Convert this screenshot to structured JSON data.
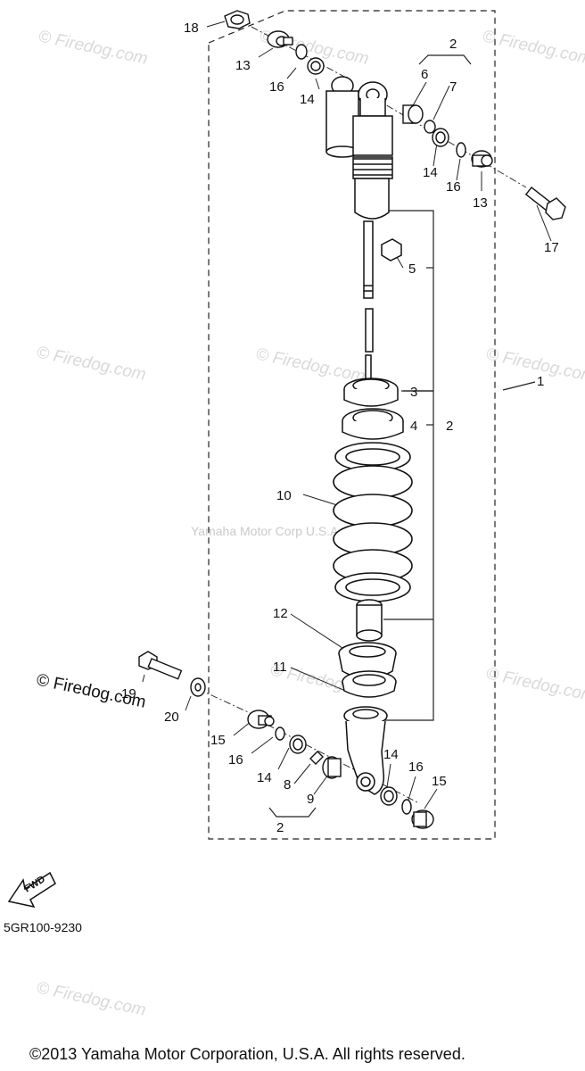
{
  "callouts": [
    "18",
    "13",
    "16",
    "14",
    "2",
    "6",
    "7",
    "14",
    "16",
    "13",
    "17",
    "5",
    "3",
    "4",
    "2",
    "1",
    "10",
    "12",
    "11",
    "19",
    "20",
    "15",
    "16",
    "14",
    "8",
    "9",
    "2",
    "14",
    "16",
    "15"
  ],
  "watermarks": [
    "© Firedog.com",
    "© Firedog.com",
    "© Firedog.com",
    "© Firedog.com",
    "© Firedog.com",
    "© Firedog.com",
    "© Firedog.com",
    "© Firedog.com",
    "© Firedog.com"
  ],
  "center_watermark": "Yamaha Motor Corp U.S.A.",
  "brand_mark": "© Firedog.com",
  "fwd_label": "FWD",
  "part_code": "5GR100-9230",
  "copyright": "©2013 Yamaha Motor Corporation, U.S.A. All rights reserved."
}
